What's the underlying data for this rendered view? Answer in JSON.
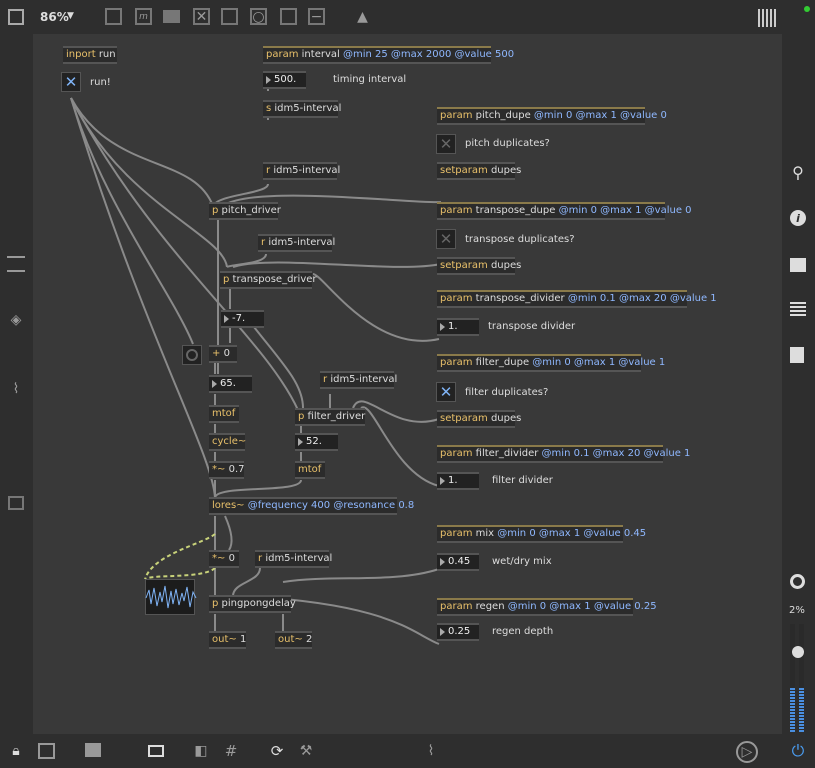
{
  "toolbar": {
    "zoom": "86%",
    "icons": [
      "sidebar-toggle-icon",
      "presentation-icon",
      "message-icon",
      "comment-icon",
      "button-icon",
      "toggle-icon",
      "number-icon",
      "gain-icon",
      "slider-icon",
      "paint-bucket-icon",
      "grid-icon"
    ]
  },
  "left_sidebar": {
    "icons": [
      "menu-icon",
      "layers-icon",
      "paperclip-icon",
      "device-icon"
    ]
  },
  "right_sidebar": {
    "icons": [
      "search-icon",
      "info-icon",
      "book-icon",
      "list-icon",
      "export-icon",
      "record-icon"
    ]
  },
  "bottombar": {
    "icons": [
      "lock-icon",
      "presentation-edit-icon",
      "patch-icon",
      "windows-icon",
      "hide-icon",
      "grid-icon",
      "refresh-icon",
      "hammer-icon",
      "attach-icon",
      "audio-icon",
      "power-icon"
    ]
  },
  "audio": {
    "cpu": "2%"
  },
  "patch": {
    "inport": {
      "key": "inport",
      "arg": "run"
    },
    "run_comment": "run!",
    "param_interval": {
      "key": "param",
      "name": "interval",
      "attrs": "@min 25 @max 2000 @value 500"
    },
    "num_interval": "500.",
    "timing_comment": "timing interval",
    "send_interval": {
      "key": "s",
      "arg": "idm5-interval"
    },
    "param_pitch_dupe": {
      "key": "param",
      "name": "pitch_dupe",
      "attrs": "@min 0 @max 1 @value 0"
    },
    "pitch_dup_comment": "pitch duplicates?",
    "setparam_1": {
      "key": "setparam",
      "arg": "dupes"
    },
    "recv_1": {
      "key": "r",
      "arg": "idm5-interval"
    },
    "p_pitch": {
      "key": "p",
      "arg": "pitch_driver"
    },
    "param_transpose_dupe": {
      "key": "param",
      "name": "transpose_dupe",
      "attrs": "@min 0 @max 1 @value 0"
    },
    "transpose_dup_comment": "transpose duplicates?",
    "recv_2": {
      "key": "r",
      "arg": "idm5-interval"
    },
    "setparam_2": {
      "key": "setparam",
      "arg": "dupes"
    },
    "p_transpose": {
      "key": "p",
      "arg": "transpose_driver"
    },
    "param_transpose_divider": {
      "key": "param",
      "name": "transpose_divider",
      "attrs": "@min 0.1 @max 20 @value 1"
    },
    "num_minus7": "-7.",
    "num_transpose_div": "1.",
    "transpose_div_comment": "transpose divider",
    "plus0": {
      "key": "+",
      "arg": "0"
    },
    "param_filter_dupe": {
      "key": "param",
      "name": "filter_dupe",
      "attrs": "@min 0 @max 1 @value 1"
    },
    "num_65": "65.",
    "recv_3": {
      "key": "r",
      "arg": "idm5-interval"
    },
    "filter_dup_comment": "filter duplicates?",
    "mtof_1": {
      "key": "mtof",
      "arg": ""
    },
    "p_filter": {
      "key": "p",
      "arg": "filter_driver"
    },
    "setparam_3": {
      "key": "setparam",
      "arg": "dupes"
    },
    "cycle": {
      "key": "cycle~",
      "arg": ""
    },
    "num_52": "52.",
    "param_filter_divider": {
      "key": "param",
      "name": "filter_divider",
      "attrs": "@min 0.1 @max 20 @value 1"
    },
    "times_07": {
      "key": "*~",
      "arg": "0.7"
    },
    "mtof_2": {
      "key": "mtof",
      "arg": ""
    },
    "num_filter_div": "1.",
    "filter_div_comment": "filter divider",
    "lores": {
      "key": "lores~",
      "attrs": "@frequency 400 @resonance 0.8"
    },
    "param_mix": {
      "key": "param",
      "name": "mix",
      "attrs": "@min 0 @max 1 @value 0.45"
    },
    "times_0": {
      "key": "*~",
      "arg": "0"
    },
    "recv_4": {
      "key": "r",
      "arg": "idm5-interval"
    },
    "num_mix": "0.45",
    "mix_comment": "wet/dry mix",
    "p_pingpong": {
      "key": "p",
      "arg": "pingpongdelay"
    },
    "param_regen": {
      "key": "param",
      "name": "regen",
      "attrs": "@min 0 @max 1 @value 0.25"
    },
    "num_regen": "0.25",
    "regen_comment": "regen depth",
    "out1": {
      "key": "out~",
      "arg": "1"
    },
    "out2": {
      "key": "out~",
      "arg": "2"
    }
  }
}
